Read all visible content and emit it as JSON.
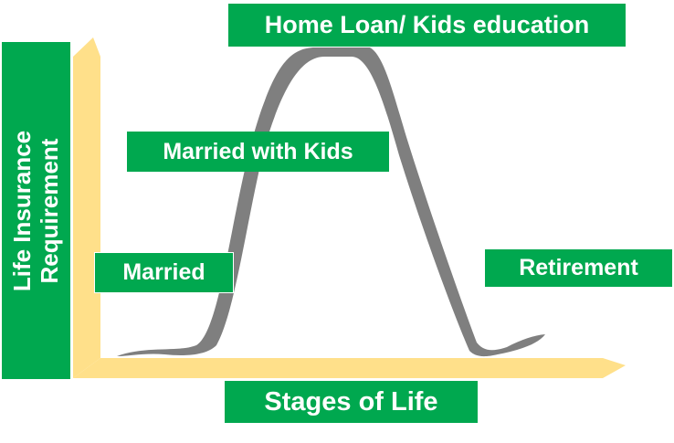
{
  "diagram": {
    "stage_labels": {
      "home_loan": "Home Loan/  Kids education",
      "married_with_kids": "Married with Kids",
      "married": "Married",
      "retirement": "Retirement"
    },
    "x_axis_label": "Stages of Life",
    "y_axis_label_line1": "Life Insurance",
    "y_axis_label_line2": "Requirement",
    "colors": {
      "label_background": "#00a84f",
      "label_text": "#ffffff",
      "axis_arrow": "#ffe08a",
      "curve": "#808080"
    }
  }
}
